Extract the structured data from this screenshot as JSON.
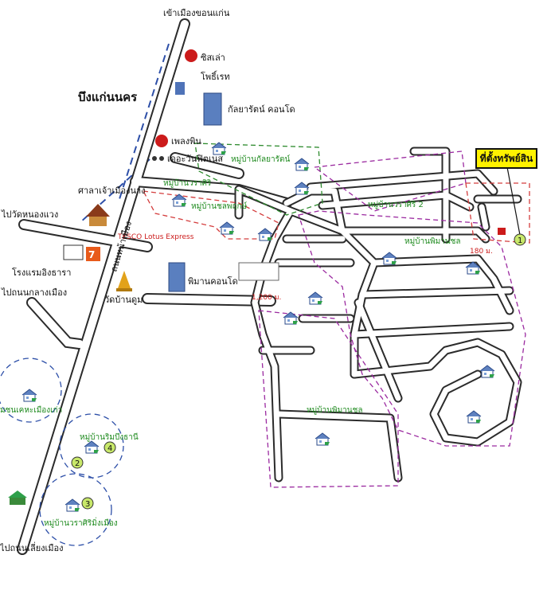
{
  "labels": {
    "to_khonkaen": "เข้าเมืองขอนแก่น",
    "bueng_kaen_nakhon": "บึงแก่นนคร",
    "sizzler": "ซิสเล่า",
    "private": "โพธิ์เรท",
    "kanlayarat_condo": "กัลยารัตน์ คอนโด",
    "phloengphin": "เพลงพิน",
    "the_one_fit": "เดอะวันฟิตเนส",
    "mu_kanlayarat": "หมู่บ้านกัลยารัตน์",
    "san_chao": "ศาลาเจ้าเมืองนาง",
    "mu_worasiri": "หมู่บ้านวราศิริ",
    "mu_chonphruksa": "หมู่บ้านชลพฤกษ์",
    "mu_worasiri2": "หมู่บ้านวราศิริ 2",
    "to_wat_nongwaeng": "ไปวัดหนองแวง",
    "rongraem": "โรงแรมอิงธารา",
    "tesco": "TESCO Lotus Express",
    "road_name": "ถนนหน้าเมือง",
    "mu_phiman_chon_top": "หมู่บ้านพิมานชล",
    "dist_180": "180 ม.",
    "to_nonkhlang": "ไปถนนกลางเมือง",
    "phiman_condo": "พิมานคอนโด",
    "wat_ban_dum": "วัดบ้านดูม",
    "dist_1200": "1,200 ม.",
    "mu_chonkhet": "มชนเคหะเมืองเก่า",
    "mu_rin_bueng": "หมู่บ้านริมบึงธานี",
    "mu_phiman_chon_bottom": "หมู่บ้านพิมานชล",
    "mu_worasiri_mueang": "หมู่บ้านวราศิริมิ่งเมือง",
    "to_liang_mueang": "ไปถนนเลี่ยงเมือง",
    "target": "ที่ตั้งทรัพย์สิน",
    "circle_1": "1",
    "circle_2": "2",
    "circle_3": "3",
    "circle_4": "4"
  },
  "colors": {
    "road": "#2b2b2b",
    "blue_dash": "#2d4fa8",
    "green_dash": "#2e8b2e",
    "red_dash": "#d43d3d",
    "purple_dash": "#9b2aa0",
    "target_fill": "#fff200",
    "circle_fill": "#c8e86a"
  },
  "icons": [
    "house-icon",
    "building-icon",
    "temple-icon",
    "stupa-icon",
    "seven-eleven-icon",
    "restaurant-icon",
    "gym-icon",
    "school-icon"
  ]
}
